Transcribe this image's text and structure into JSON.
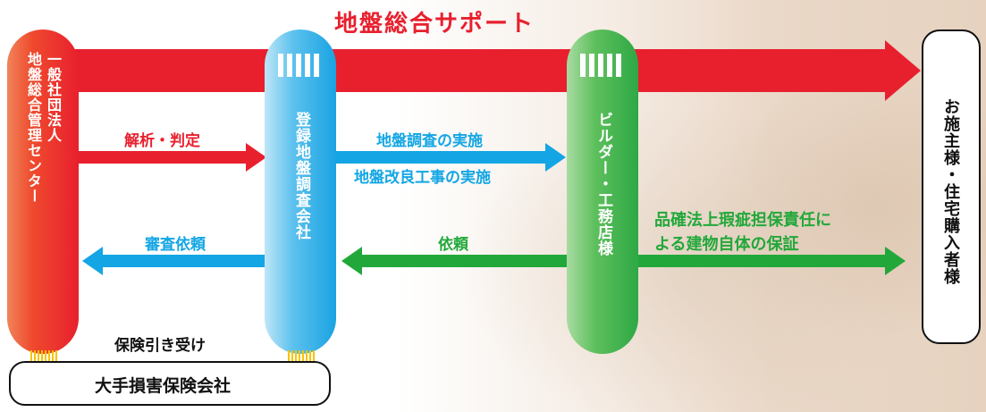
{
  "title": "地盤総合サポート",
  "nodes": {
    "center": "一般社団法人\n地盤総合管理センター",
    "survey_company": "登録地盤調査会社",
    "builder": "ビルダー・工務店様",
    "client": "お施主様・住宅購入者様",
    "insurer": "大手損害保険会社"
  },
  "arrows": {
    "analysis": "解析・判定",
    "review_request": "審査依頼",
    "survey_execution": "地盤調査の実施",
    "improvement_execution": "地盤改良工事の実施",
    "request": "依頼",
    "guarantee": "品確法上瑕疵担保責任に\nよる建物自体の保証",
    "insurance": "保険引き受け"
  },
  "colors": {
    "red": "#e8202e",
    "blue": "#14a6e4",
    "green": "#22a83a",
    "title_red": "#e8202e"
  }
}
